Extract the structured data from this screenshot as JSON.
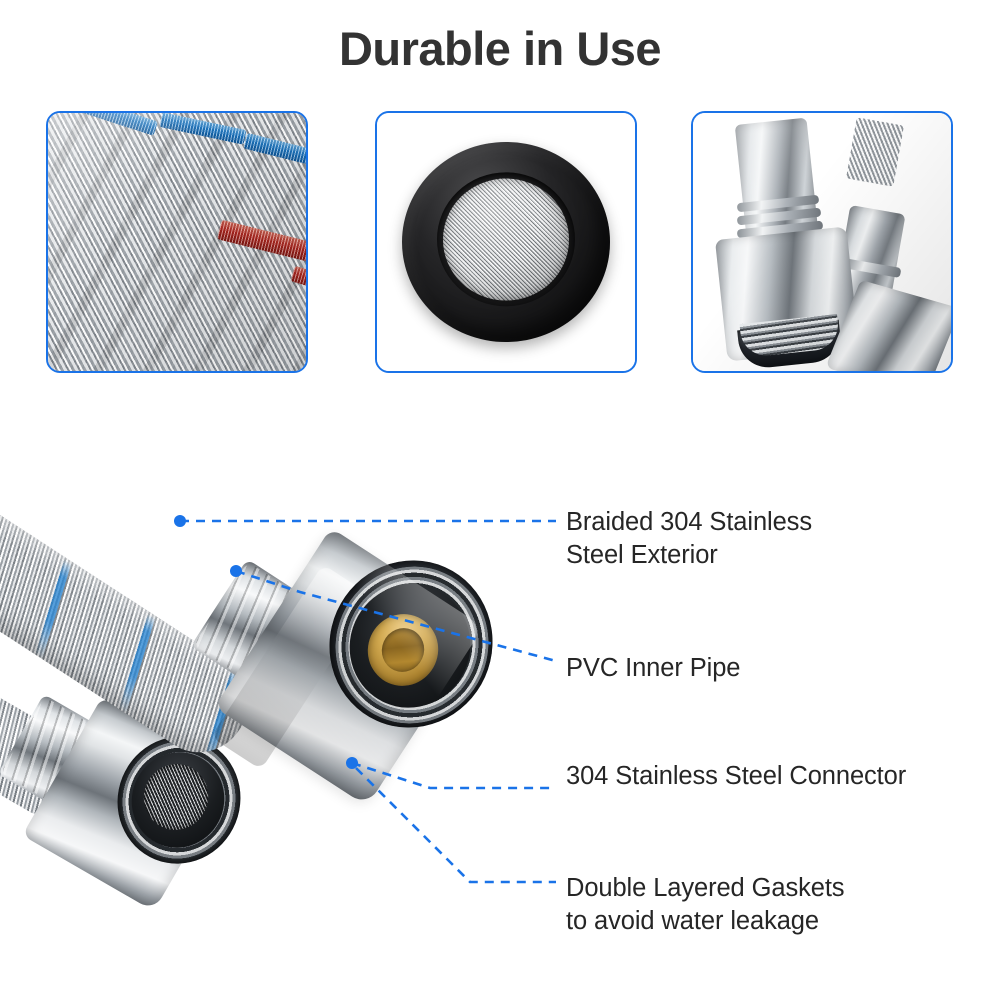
{
  "page": {
    "title": "Durable in Use",
    "background_color": "#ffffff",
    "accent_color": "#1a73e8",
    "text_color": "#262626"
  },
  "detail_panels": [
    {
      "id": "braided-exterior",
      "subject": "braided-stainless-steel-mesh-closeup",
      "description": "Close-up macro of woven stainless steel braid with blue and red tracer strands",
      "border_color": "#1a73e8"
    },
    {
      "id": "filter-gasket",
      "subject": "rubber-washer-with-mesh-filter-screen",
      "description": "Black rubber gasket containing a fine stainless steel mesh filter screen",
      "border_color": "#1a73e8"
    },
    {
      "id": "steel-connectors",
      "subject": "stainless-steel-hex-nut-connectors",
      "description": "Two polished chrome hex nut connector fittings",
      "border_color": "#1a73e8"
    }
  ],
  "product": {
    "subject": "braided-stainless-steel-faucet-supply-hose",
    "description": "Braided 304 stainless steel water supply connector hose with two chrome hex nut fittings, brass inner pipe opening and black gaskets"
  },
  "annotations": [
    {
      "id": "braided-exterior",
      "text": "Braided 304 Stainless\nSteel Exterior",
      "leader_color": "#1a73e8",
      "leader_style": "dashed",
      "marker": "dot"
    },
    {
      "id": "pvc-inner-pipe",
      "text": "PVC Inner Pipe",
      "leader_color": "#1a73e8",
      "leader_style": "dashed",
      "marker": "dot"
    },
    {
      "id": "steel-connector",
      "text": "304 Stainless Steel Connector",
      "leader_color": "#1a73e8",
      "leader_style": "dashed",
      "marker": "dot"
    },
    {
      "id": "double-gaskets",
      "text": "Double Layered Gaskets\nto avoid water leakage",
      "leader_color": "#1a73e8",
      "leader_style": "dashed",
      "marker": "dot"
    }
  ]
}
